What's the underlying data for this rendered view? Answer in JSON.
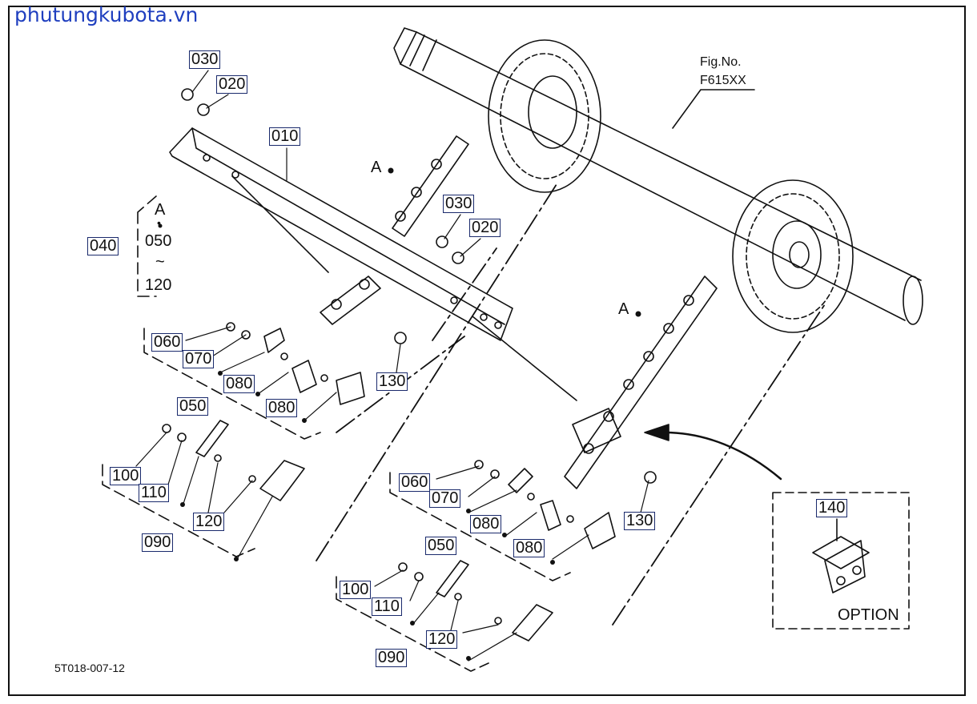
{
  "watermark": {
    "text": "phutungkubota.vn",
    "color": "#1f3fbf"
  },
  "figure": {
    "fig_no_label": "Fig.No.",
    "fig_no_value": "F615XX",
    "drawing_code": "5T018-007-12"
  },
  "option_label": "OPTION",
  "ref_letter": "A",
  "range_marks": {
    "dot": "•",
    "tilde": "~"
  },
  "callouts": {
    "c030a": "030",
    "c020a": "020",
    "c010": "010",
    "c030b": "030",
    "c020b": "020",
    "c040": "040",
    "c050r": "050",
    "c120r": "120",
    "c060a": "060",
    "c070a": "070",
    "c080a1": "080",
    "c080a2": "080",
    "c130a": "130",
    "c050a": "050",
    "c100a": "100",
    "c110a": "110",
    "c120a": "120",
    "c090a": "090",
    "c060b": "060",
    "c070b": "070",
    "c080b1": "080",
    "c080b2": "080",
    "c130b": "130",
    "c050b": "050",
    "c100b": "100",
    "c110b": "110",
    "c120b": "120",
    "c090b": "090",
    "c140": "140"
  }
}
